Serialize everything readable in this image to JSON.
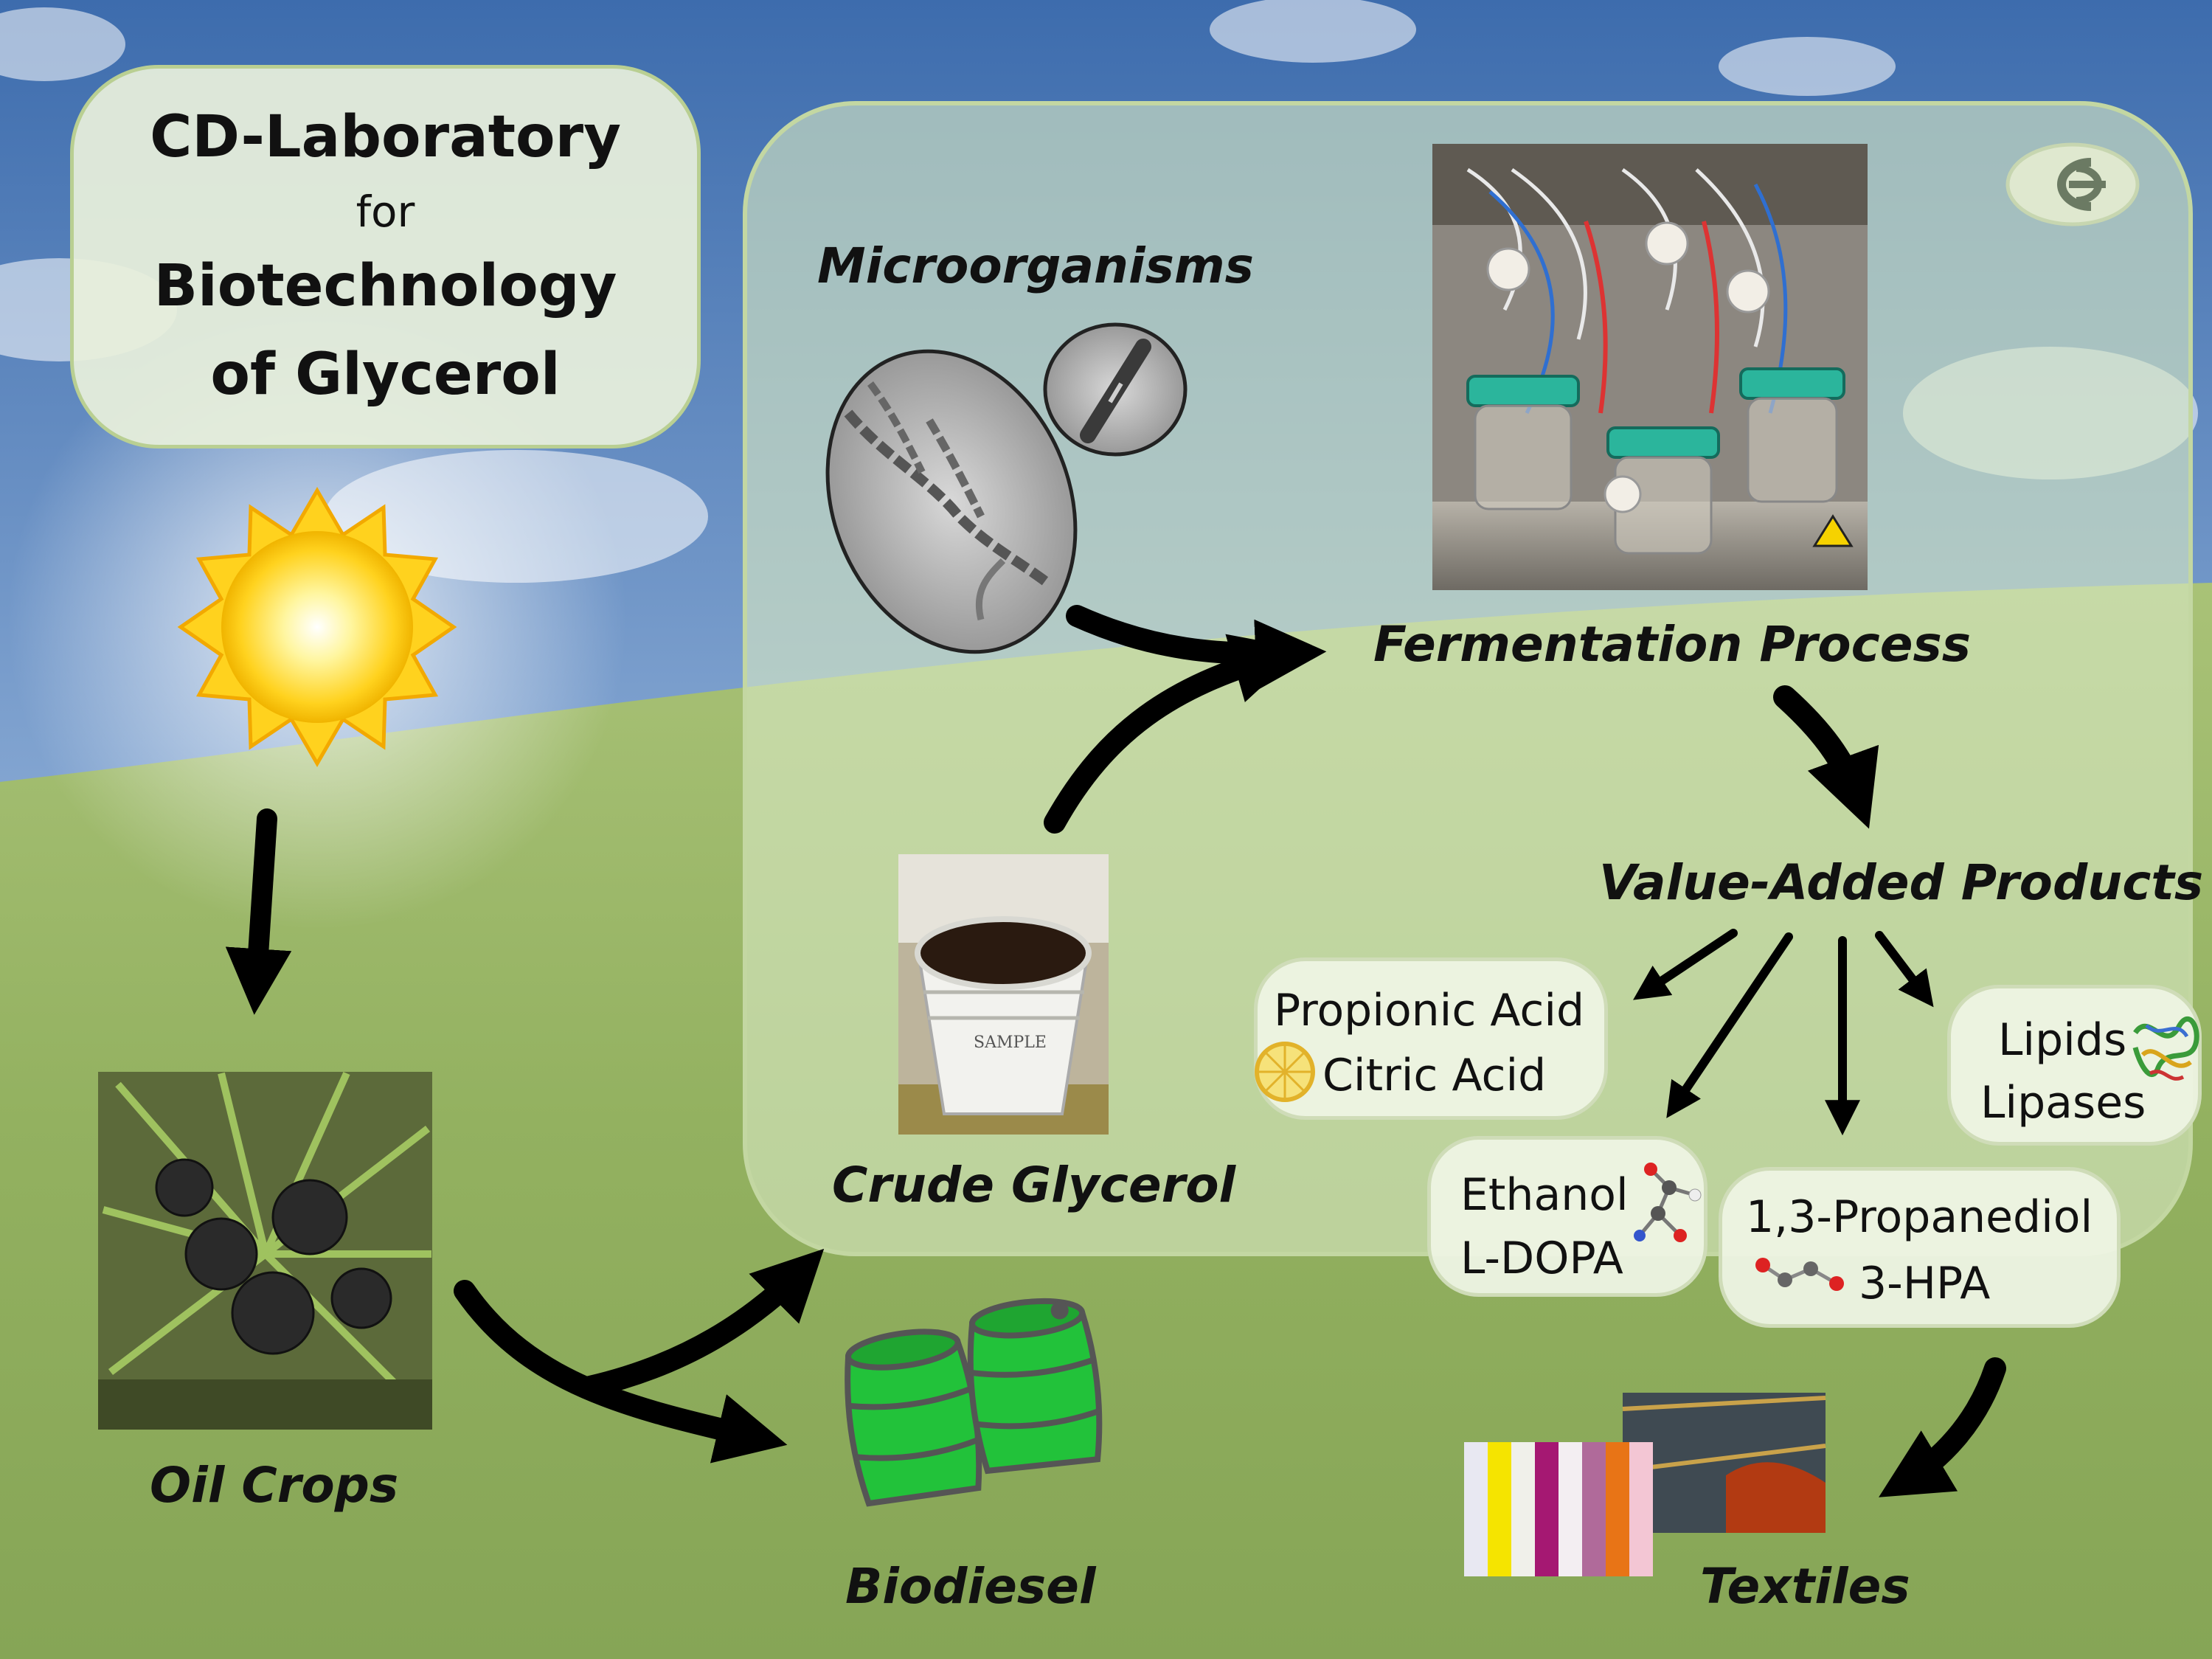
{
  "title": {
    "line1": "CD-Laboratory",
    "line2": "for",
    "line3": "Biotechnology",
    "line4": "of Glycerol"
  },
  "stages": {
    "microorganisms": "Microorganisms",
    "fermentation": "Fermentation Process",
    "value_added": "Value-Added Products",
    "crude_glycerol": "Crude Glycerol",
    "oil_crops": "Oil Crops",
    "biodiesel": "Biodiesel",
    "textiles": "Textiles"
  },
  "products": {
    "acids": [
      "Propionic Acid",
      "Citric Acid"
    ],
    "alcohols": [
      "Ethanol",
      "L-DOPA"
    ],
    "diols": [
      "1,3-Propanediol",
      "3-HPA"
    ],
    "lipids": [
      "Lipids",
      "Lipases"
    ]
  },
  "icons": {
    "sun": "sun-icon",
    "logo": "cd-logo-icon",
    "barrel": "barrel-icon",
    "lemon": "lemon-icon",
    "molecule": "molecule-icon",
    "protein": "protein-icon"
  },
  "colors": {
    "sky_top": "#3f6fb0",
    "sky_bottom": "#b8cde6",
    "grass": "#8fb05c",
    "panel_border": "#c3d7a2",
    "barrel_green": "#22c23a",
    "arrow": "#000000"
  }
}
